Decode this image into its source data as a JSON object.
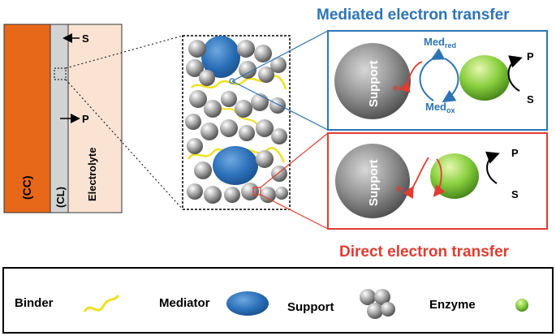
{
  "titles": {
    "mediated": "Mediated electron transfer",
    "direct": "Direct electron transfer"
  },
  "electrode": {
    "cc_label": "(CC)",
    "cl_label": "(CL)",
    "electrolyte_label": "Electrolyte",
    "substrate_label": "S",
    "product_label": "P"
  },
  "mediated_panel": {
    "support_label": "Support",
    "electron_label": "e-",
    "med_red_main": "Med",
    "med_red_sub": "red",
    "med_ox_main": "Med",
    "med_ox_sub": "ox",
    "product_label": "P",
    "substrate_label": "S"
  },
  "direct_panel": {
    "support_label": "Support",
    "electron_label": "e-",
    "product_label": "P",
    "substrate_label": "S"
  },
  "legend": {
    "binder": "Binder",
    "mediator": "Mediator",
    "support": "Support",
    "enzyme": "Enzyme"
  },
  "colors": {
    "cc": "#e8681a",
    "cl": "#d3d3d3",
    "electrolyte": "#fbe3d3",
    "mediated_blue": "#2e74b5",
    "direct_red": "#e03c31",
    "binder_yellow": "#f0e020",
    "enzyme_green": "#7cc63c"
  }
}
